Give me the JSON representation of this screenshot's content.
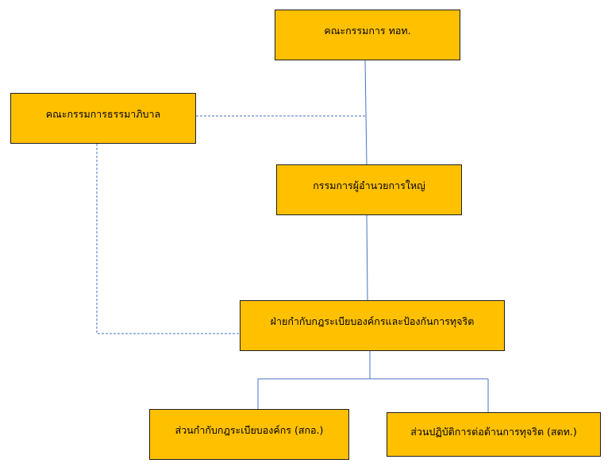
{
  "colors": {
    "box_fill": "#ffc000",
    "box_border": "#1f1f1f",
    "solid_connector": "#4472c4",
    "dashed_connector": "#4472c4"
  },
  "nodes": {
    "board": {
      "label": "คณะกรรมการ ทอท."
    },
    "governance_committee": {
      "label": "คณะกรรมการธรรมาภิบาล"
    },
    "president": {
      "label": "กรรมการผู้อำนวยการใหญ่"
    },
    "compliance_department": {
      "label": "ฝ่ายกำกับกฎระเบียบองค์กรและป้องกันการทุจริต"
    },
    "compliance_section": {
      "label": "ส่วนกำกับกฎระเบียบองค์กร (สกอ.)"
    },
    "anti_corruption_section": {
      "label": "ส่วนปฏิบัติการต่อต้านการทุจริต (สตท.)"
    }
  }
}
